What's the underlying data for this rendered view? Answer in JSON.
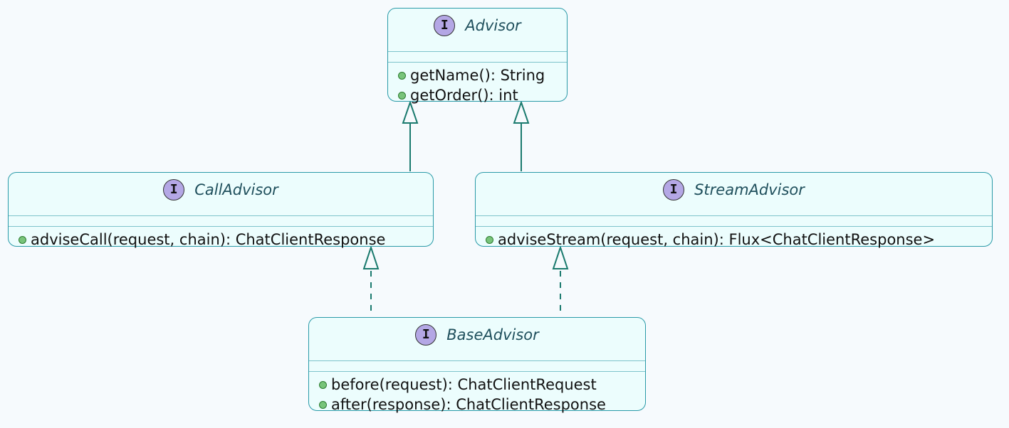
{
  "diagram": {
    "classes": [
      {
        "id": "advisor",
        "stereotype": "I",
        "name": "Advisor",
        "members": [
          "getName(): String",
          "getOrder(): int"
        ]
      },
      {
        "id": "call",
        "stereotype": "I",
        "name": "CallAdvisor",
        "members": [
          "adviseCall(request, chain): ChatClientResponse"
        ]
      },
      {
        "id": "stream",
        "stereotype": "I",
        "name": "StreamAdvisor",
        "members": [
          "adviseStream(request, chain): Flux<ChatClientResponse>"
        ]
      },
      {
        "id": "base",
        "stereotype": "I",
        "name": "BaseAdvisor",
        "members": [
          "before(request): ChatClientRequest",
          "after(response): ChatClientResponse"
        ]
      }
    ],
    "relations": [
      {
        "from": "CallAdvisor",
        "to": "Advisor",
        "type": "extends"
      },
      {
        "from": "StreamAdvisor",
        "to": "Advisor",
        "type": "extends"
      },
      {
        "from": "BaseAdvisor",
        "to": "CallAdvisor",
        "type": "implements"
      },
      {
        "from": "BaseAdvisor",
        "to": "StreamAdvisor",
        "type": "implements"
      }
    ],
    "colors": {
      "background": "#f6fafd",
      "class_fill": "#ecfdfd",
      "class_border": "#2a9aa8",
      "badge_fill": "#b4a7e5",
      "arrow": "#1a7a6e",
      "member_dot": "#78c47a"
    }
  }
}
